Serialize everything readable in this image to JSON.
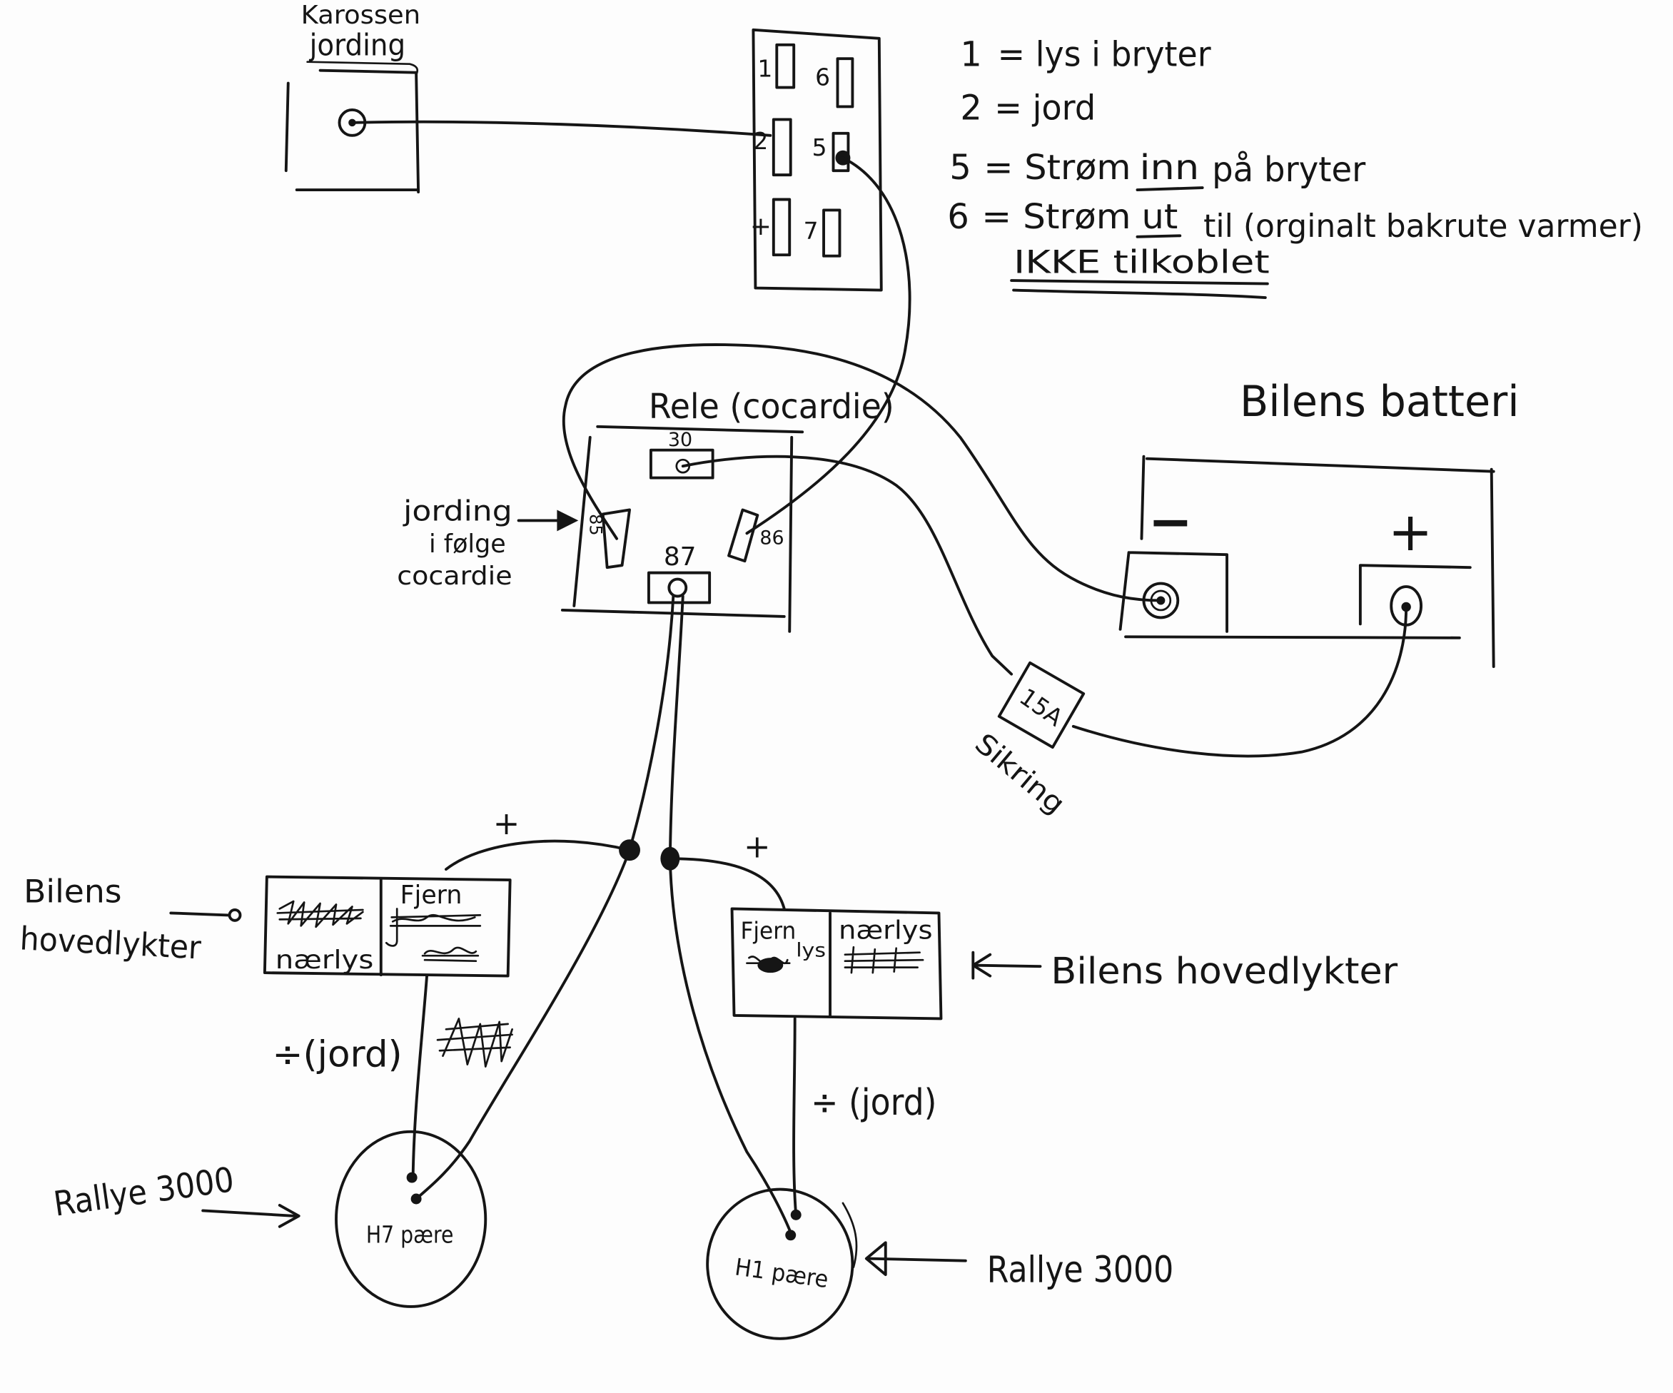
{
  "body_ground": {
    "line1": "Karossen",
    "line2": "jording"
  },
  "switch": {
    "pins": [
      "1",
      "6",
      "2",
      "5",
      "+",
      "7"
    ]
  },
  "legend": {
    "items": [
      {
        "num": "1",
        "text": "= lys i bryter"
      },
      {
        "num": "2",
        "text": "= jord"
      },
      {
        "num": "5",
        "text_before": "= Strøm",
        "underlined": "inn",
        "text_after": "på bryter"
      },
      {
        "num": "6",
        "text_before": "= Strøm",
        "underlined": "ut",
        "text_after": "til (orginalt bakrute varmer)"
      }
    ],
    "note": "IKKE tilkoblet"
  },
  "relay": {
    "title": "Rele (cocardie)",
    "pins": {
      "p30": "30",
      "p85": "85",
      "p86": "86",
      "p87": "87"
    },
    "ground_note": [
      "jording",
      "i følge",
      "cocardie"
    ]
  },
  "battery": {
    "title": "Bilens batteri",
    "negative": "−",
    "positive": "+"
  },
  "fuse": {
    "rating": "15A",
    "label": "Sikring"
  },
  "headlights": {
    "left": {
      "label": [
        "Bilens",
        "hovedlykter"
      ],
      "cells": [
        "nærlys",
        "Fjern"
      ],
      "plus": "+",
      "ground": "÷(jord)"
    },
    "right": {
      "label": "Bilens hovedlykter",
      "cells": {
        "left": [
          "Fjern",
          "lys"
        ],
        "right": "nærlys"
      },
      "plus": "+",
      "ground": "÷ (jord)"
    }
  },
  "bulbs": {
    "left": {
      "type": "H7 pære",
      "label": "Rallye 3000"
    },
    "right": {
      "type": "H1 pære",
      "label": "Rallye 3000"
    }
  }
}
